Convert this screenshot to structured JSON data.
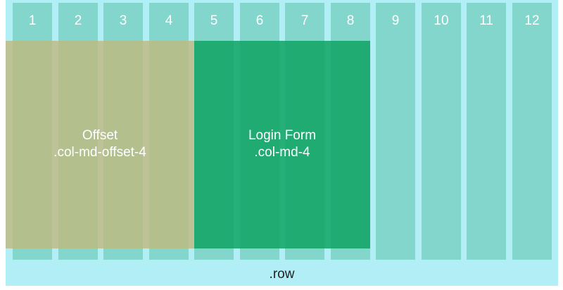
{
  "columns": [
    "1",
    "2",
    "3",
    "4",
    "5",
    "6",
    "7",
    "8",
    "9",
    "10",
    "11",
    "12"
  ],
  "offset_block": {
    "title": "Offset",
    "class_name": ".col-md-offset-4",
    "span_columns": 4
  },
  "form_block": {
    "title": "Login Form",
    "class_name": ".col-md-4",
    "span_columns": 4
  },
  "row_label": ".row",
  "colors": {
    "row_background": "#b2eef6",
    "column": "#82d6cc",
    "offset": "#c0ba80",
    "login_form": "#10a464"
  }
}
